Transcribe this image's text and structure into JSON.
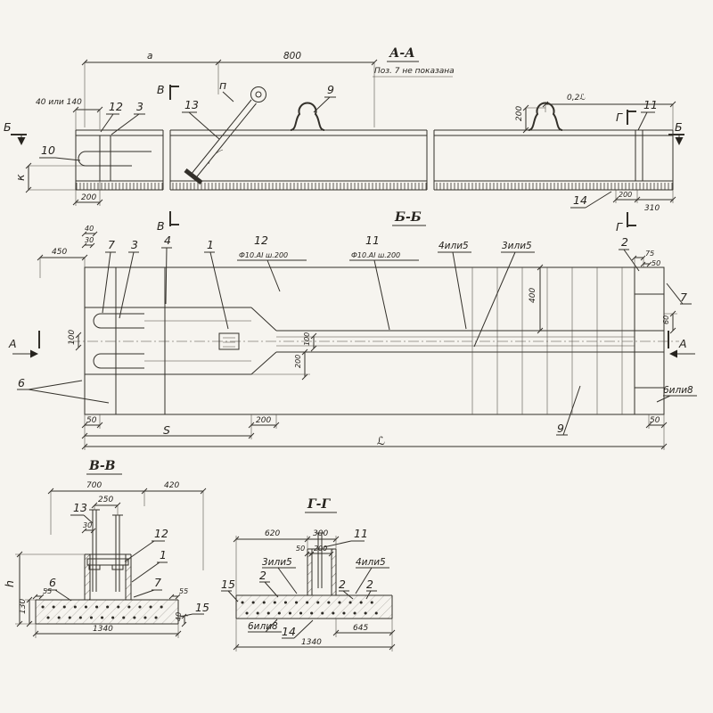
{
  "sheet": {
    "background": "#f6f4ef",
    "ink": "#33302a"
  },
  "section_aa": {
    "title": "А-А",
    "note": "Поз. 7 не показана",
    "dim_a": "а",
    "dim_800": "800",
    "dim_40_or_140": "40 или 140",
    "dim_200_left": "200",
    "dim_k": "к",
    "dim_0_2L": "0,2ℒ",
    "dim_200_loop": "200",
    "dim_200_bottom": "200",
    "dim_310": "310",
    "mark_b_left": "Б",
    "mark_b_right": "Б",
    "mark_v_top": "В",
    "mark_v_bottom": "В",
    "mark_g_top": "Г",
    "mark_g_bottom": "Г",
    "callout_10": "10",
    "callout_12": "12",
    "callout_3": "3",
    "callout_13": "13",
    "callout_p": "п",
    "callout_9": "9",
    "callout_11": "11",
    "callout_14": "14"
  },
  "section_bb": {
    "title": "Б-Б",
    "dim_450": "450",
    "dim_40": "40",
    "dim_30": "30",
    "callout_7_left": "7",
    "callout_3": "3",
    "callout_4": "4",
    "callout_1": "1",
    "callout_12": "12",
    "spec_mesh_12": "Ф10.АI ш.200",
    "callout_11": "11",
    "spec_mesh_11": "Ф10.АI ш.200",
    "callout_4_or_5": "4или5",
    "callout_3_or_5": "3или5",
    "callout_2": "2",
    "dim_75": "75",
    "dim_50_top": "50",
    "callout_7_right": "7",
    "dim_60": "60",
    "dim_400": "400",
    "dim_100_left": "100",
    "dim_100_mid": "100",
    "dim_200_mid": "200",
    "mark_a_left": "А",
    "mark_a_right": "А",
    "callout_6": "6",
    "callout_6_or_8": "6или8",
    "callout_9": "9",
    "dim_50_bottom_left": "50",
    "dim_S": "S",
    "dim_200_bottom": "200",
    "dim_L": "ℒ",
    "dim_50_bottom_right": "50"
  },
  "section_vv": {
    "title": "В-В",
    "dim_700": "700",
    "dim_420": "420",
    "dim_250": "250",
    "dim_30": "30",
    "callout_13": "13",
    "callout_12": "12",
    "callout_1": "1",
    "callout_6": "6",
    "callout_7": "7",
    "dim_55_left": "55",
    "dim_55_right": "55",
    "callout_15": "15",
    "dim_h": "h",
    "dim_130": "130",
    "dim_40": "40",
    "dim_1340": "1340"
  },
  "section_gg": {
    "title": "Г-Г",
    "dim_620": "620",
    "dim_300": "300",
    "dim_50": "50",
    "dim_200": "200",
    "callout_11": "11",
    "callout_3_or_5": "3или5",
    "callout_4_or_5": "4или5",
    "callout_2_left": "2",
    "callout_15": "15",
    "callout_2_mid": "2",
    "callout_2_right": "2",
    "callout_6_or_8": "6или8",
    "callout_14": "14",
    "dim_645": "645",
    "dim_1340": "1340"
  }
}
